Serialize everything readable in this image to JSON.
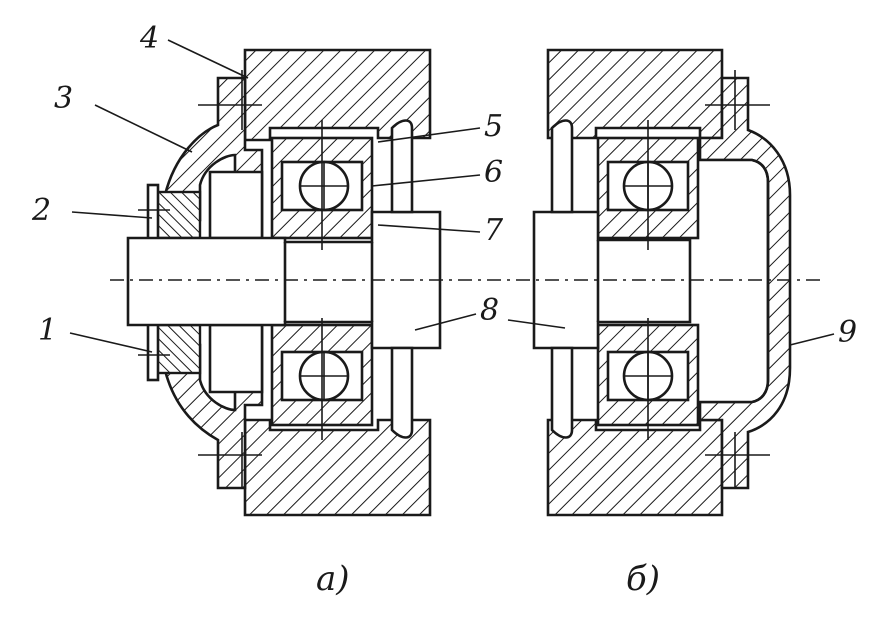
{
  "labels": {
    "l1": "1",
    "l2": "2",
    "l3": "3",
    "l4": "4",
    "l5": "5",
    "l6": "6",
    "l7": "7",
    "l8": "8",
    "l9": "9"
  },
  "captions": {
    "a": "а)",
    "b": "б)"
  },
  "colors": {
    "ink": "#1a1a1a",
    "background": "#ffffff"
  }
}
